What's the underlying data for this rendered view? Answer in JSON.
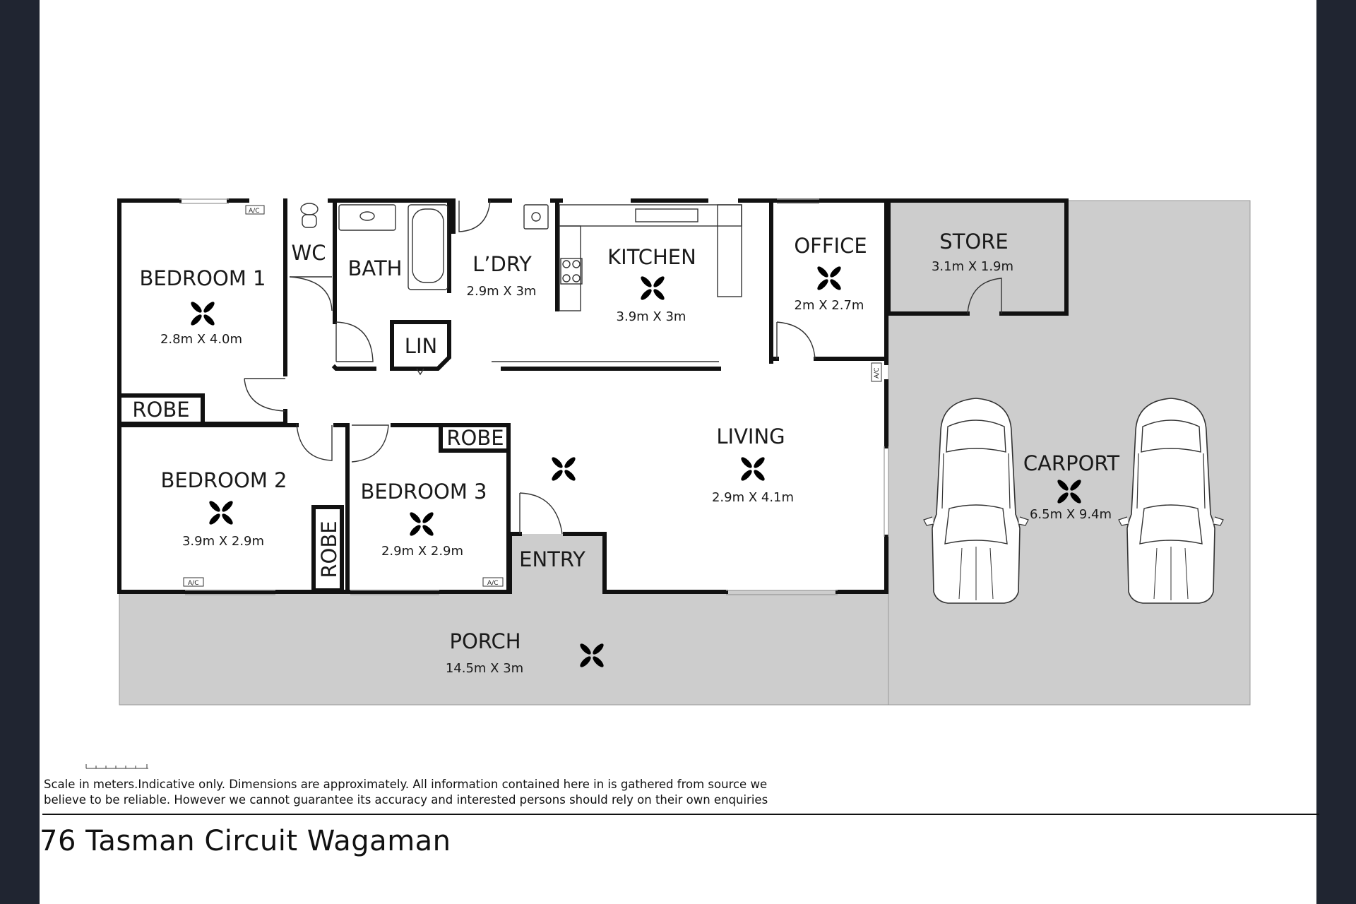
{
  "rooms": {
    "bedroom1": {
      "name": "BEDROOM 1",
      "dim": "2.8m X 4.0m"
    },
    "wc": {
      "name": "WC"
    },
    "bath": {
      "name": "BATH"
    },
    "laundry": {
      "name": "L’DRY",
      "dim": "2.9m X 3m"
    },
    "kitchen": {
      "name": "KITCHEN",
      "dim": "3.9m X 3m"
    },
    "office": {
      "name": "OFFICE",
      "dim": "2m X 2.7m"
    },
    "store": {
      "name": "STORE",
      "dim": "3.1m X 1.9m"
    },
    "lin": {
      "name": "LIN"
    },
    "robe1": {
      "name": "ROBE"
    },
    "robe2": {
      "name": "ROBE"
    },
    "robe3": {
      "name": "ROBE"
    },
    "bedroom2": {
      "name": "BEDROOM 2",
      "dim": "3.9m X 2.9m"
    },
    "bedroom3": {
      "name": "BEDROOM 3",
      "dim": "2.9m X 2.9m"
    },
    "living": {
      "name": "LIVING",
      "dim": "2.9m X 4.1m"
    },
    "carport": {
      "name": "CARPORT",
      "dim": "6.5m X 9.4m"
    },
    "entry": {
      "name": "ENTRY"
    },
    "porch": {
      "name": "PORCH",
      "dim": "14.5m X 3m"
    }
  },
  "ac_labels": {
    "bedroom1": "A/C",
    "living": "A/C",
    "bedroom2": "A/C",
    "bedroom3": "A/C"
  },
  "disclaimer": {
    "line1": "Scale in meters.Indicative only. Dimensions are approximately. All information contained here in is gathered from source we",
    "line2": "believe to be reliable. However we cannot guarantee its accuracy and interested persons should rely on their own enquiries"
  },
  "address": "76 Tasman Circuit Wagaman",
  "colors": {
    "outer_band": "#202531",
    "sheet": "#ffffff",
    "outdoor_area": "#cdcdcd",
    "walls": "#111111"
  },
  "icons": [
    "ceiling-fan-icon",
    "car-icon",
    "air-conditioner-icon",
    "scale-bar-icon"
  ]
}
